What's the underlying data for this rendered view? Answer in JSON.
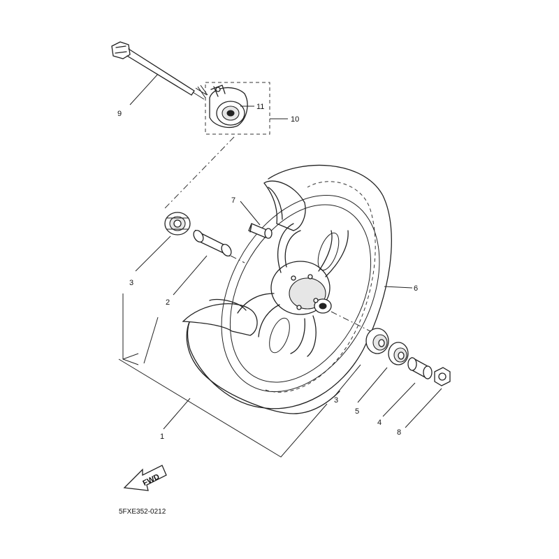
{
  "diagram": {
    "code": "5FXE352-0212",
    "fwd_label": "FWD",
    "callouts": {
      "c1": "1",
      "c2": "2",
      "c3a": "3",
      "c3b": "3",
      "c4": "4",
      "c5": "5",
      "c6": "6",
      "c7": "7",
      "c8": "8",
      "c9": "9",
      "c10": "10",
      "c11": "11"
    }
  }
}
